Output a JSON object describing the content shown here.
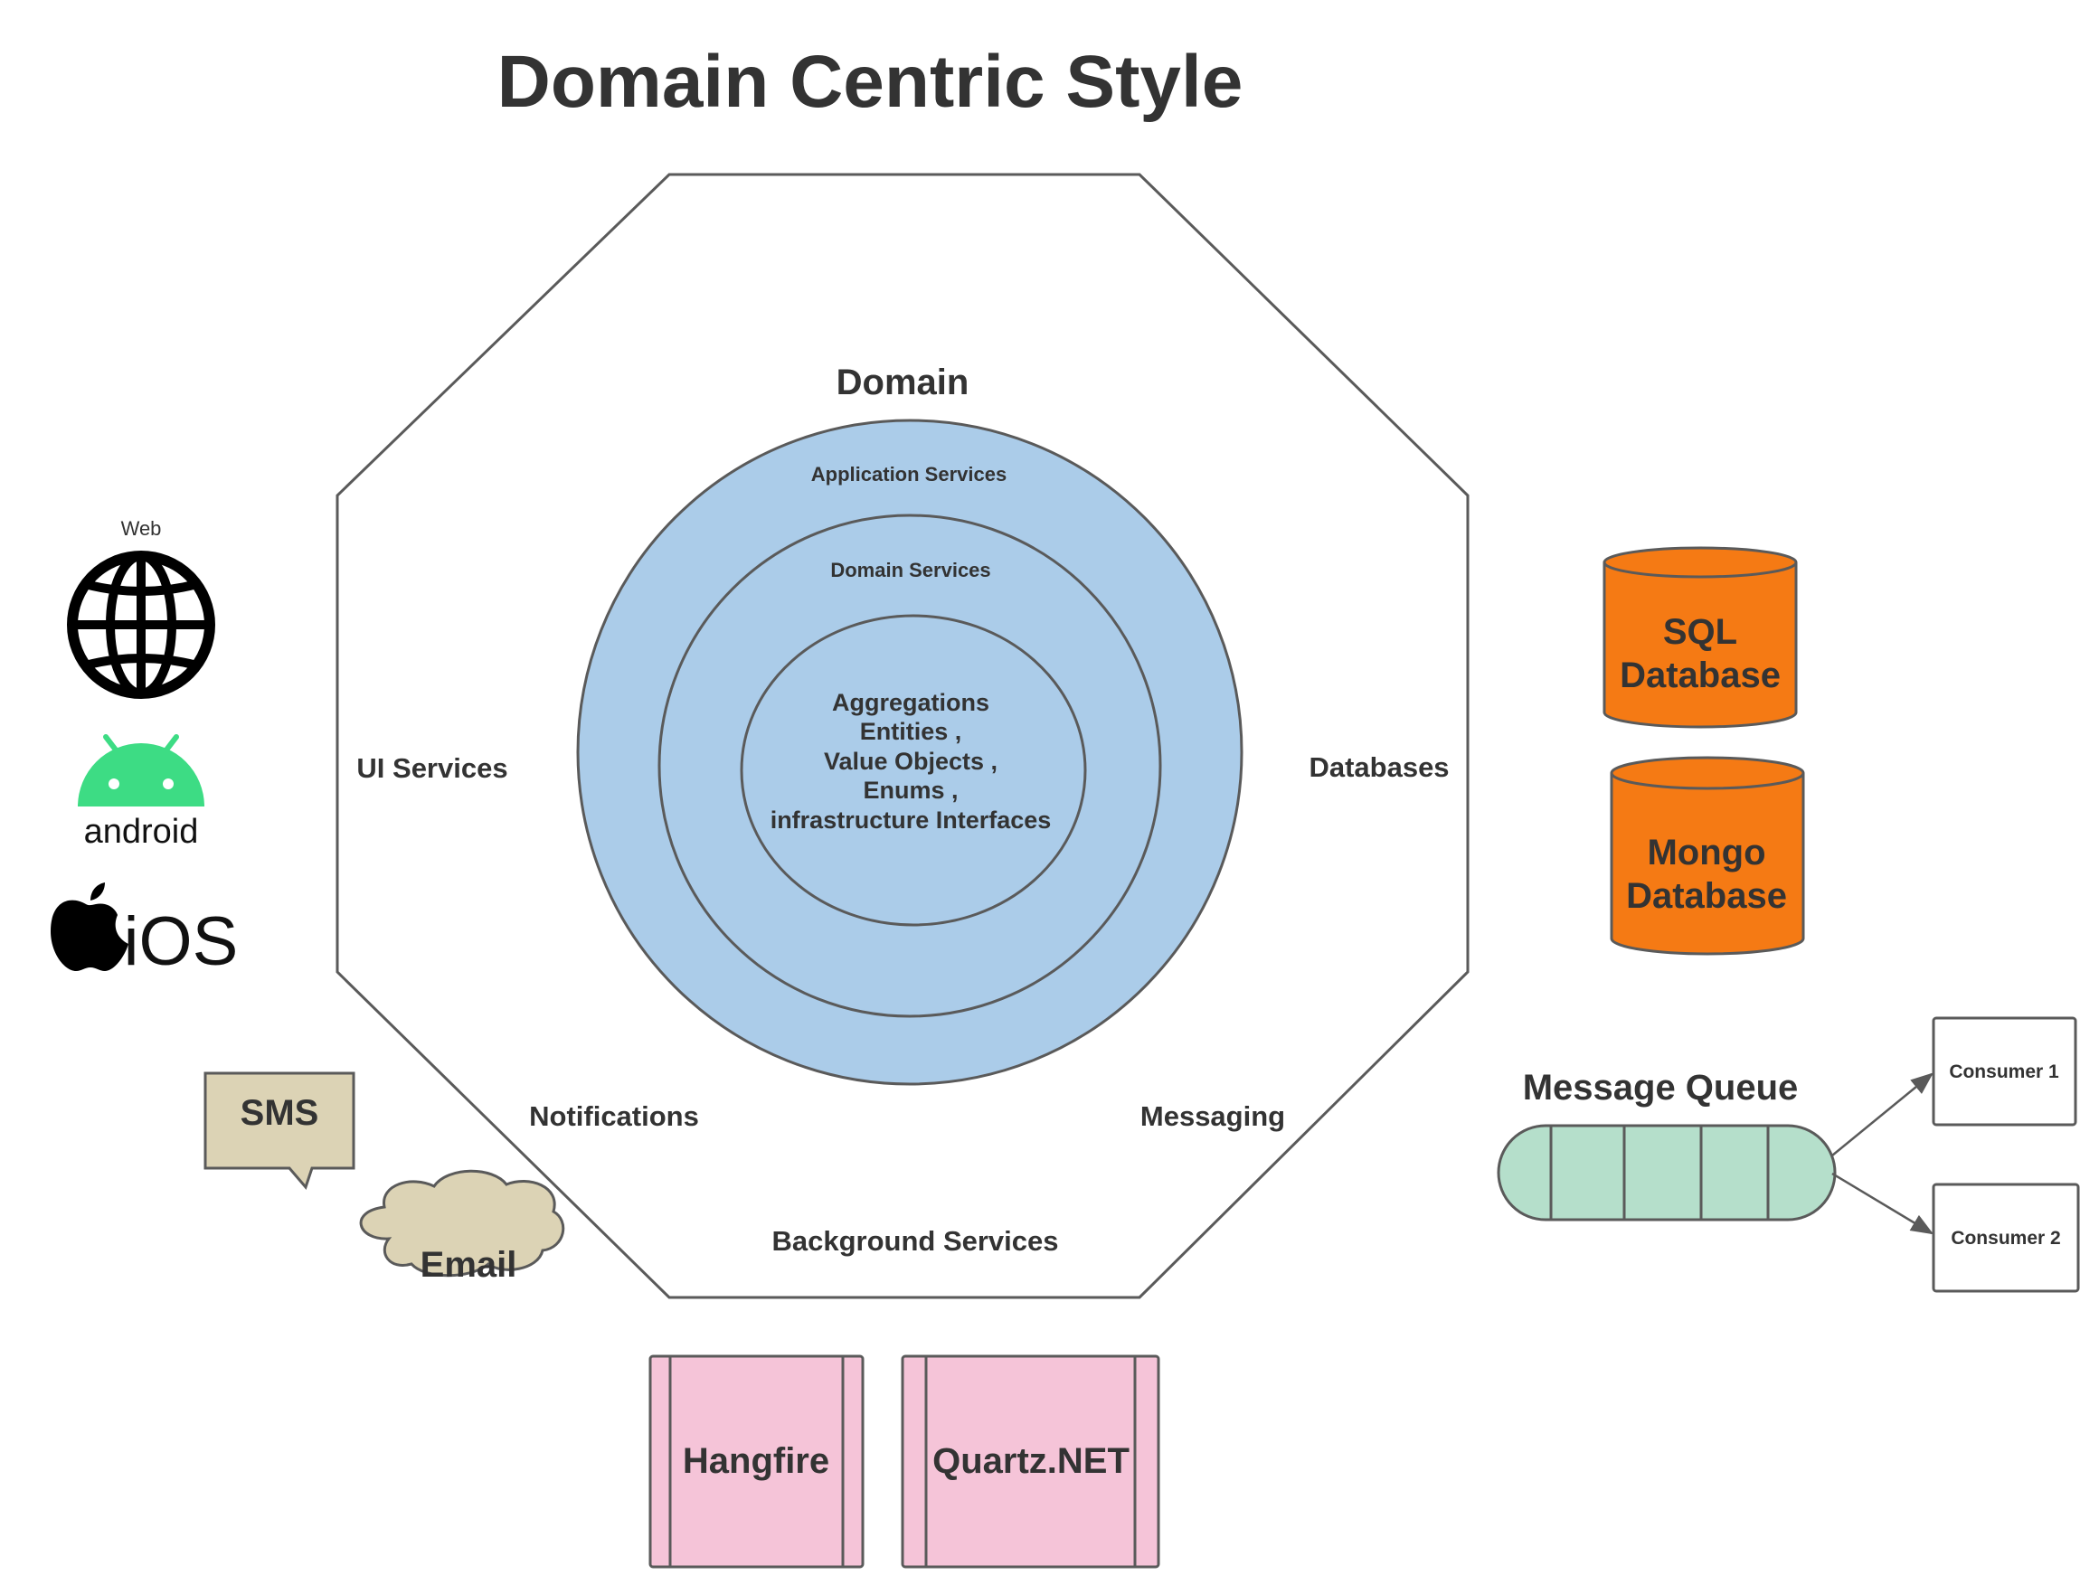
{
  "title": "Domain Centric Style",
  "domain": {
    "label": "Domain",
    "rings": {
      "outer": "Application Services",
      "middle": "Domain Services",
      "core_lines": [
        "Aggregations",
        "Entities ,",
        "Value Objects ,",
        "Enums ,",
        "infrastructure Interfaces"
      ]
    }
  },
  "regions": {
    "ui": "UI Services",
    "databases": "Databases",
    "notifications": "Notifications",
    "messaging": "Messaging",
    "background": "Background Services"
  },
  "clients": {
    "web_label": "Web",
    "android_label": "android",
    "ios_label": "iOS",
    "icons": [
      "globe-icon",
      "android-icon",
      "apple-icon"
    ]
  },
  "notifications": {
    "sms": "SMS",
    "email": "Email"
  },
  "databases": {
    "sql": [
      "SQL",
      "Database"
    ],
    "mongo": [
      "Mongo",
      "Database"
    ]
  },
  "message_queue": {
    "label": "Message Queue",
    "consumers": [
      "Consumer 1",
      "Consumer 2"
    ]
  },
  "background_jobs": [
    "Hangfire",
    "Quartz.NET"
  ],
  "colors": {
    "ring_fill": "#abcce9",
    "db_fill": "#f57a14",
    "queue_fill": "#b5dfcb",
    "note_fill": "#dcd3b5",
    "job_fill": "#f5c4d8",
    "android_green": "#3ddc84",
    "stroke": "#5a5a5a",
    "text": "#333333"
  }
}
